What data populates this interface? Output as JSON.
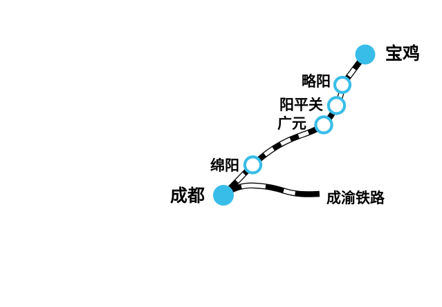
{
  "diagram": {
    "type": "railway-map",
    "accent_color": "#38BDE8",
    "line_color": "#000000",
    "stations": [
      {
        "id": "chengdu",
        "label": "成都",
        "terminal": true
      },
      {
        "id": "mianyang",
        "label": "绵阳",
        "terminal": false
      },
      {
        "id": "guangyuan",
        "label": "广元",
        "terminal": false
      },
      {
        "id": "yangpingguan",
        "label": "阳平关",
        "terminal": false
      },
      {
        "id": "lueyang",
        "label": "略阳",
        "terminal": false
      },
      {
        "id": "baoji",
        "label": "宝鸡",
        "terminal": true
      }
    ],
    "branch_line": {
      "label": "成渝铁路"
    }
  }
}
